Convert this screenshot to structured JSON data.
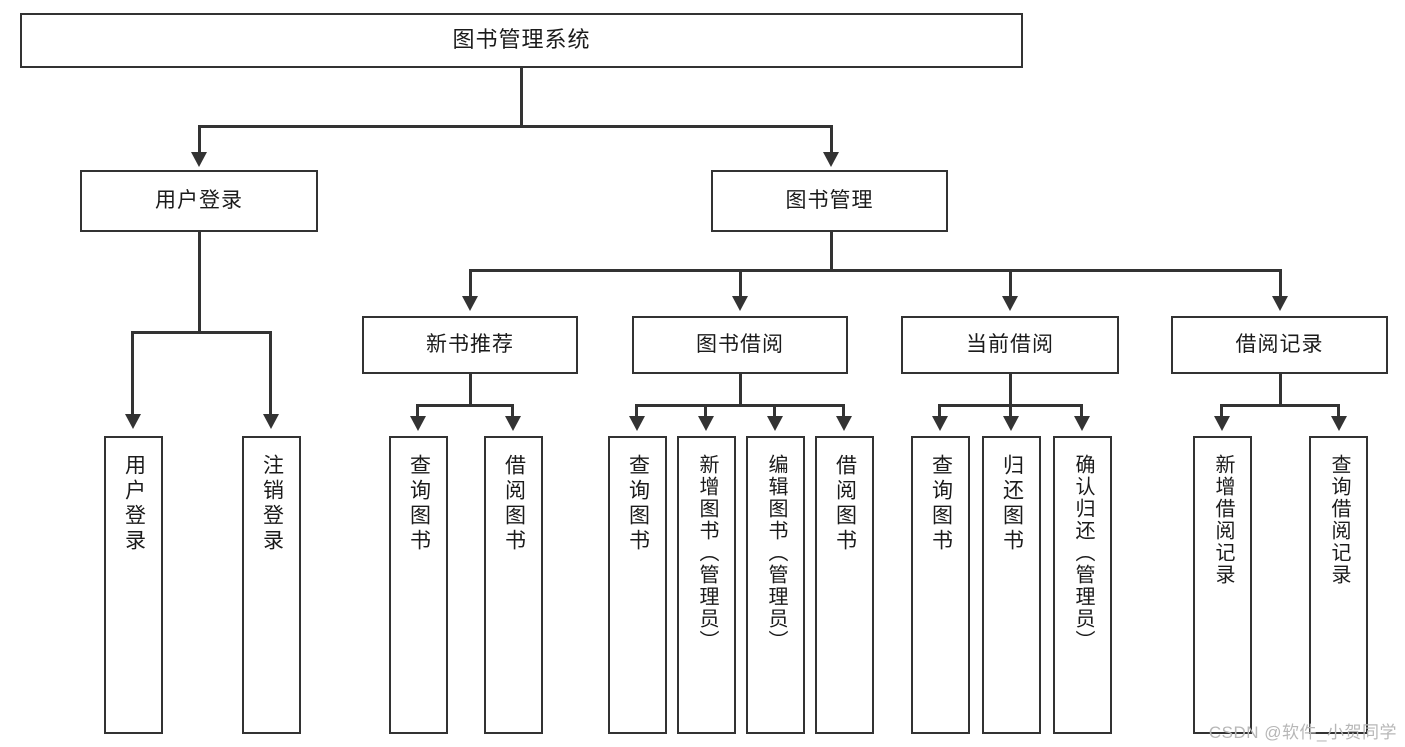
{
  "diagram": {
    "type": "tree-hierarchy",
    "title": "图书管理系统",
    "root": {
      "id": "root",
      "label": "图书管理系统"
    },
    "level2": [
      {
        "id": "user-login",
        "label": "用户登录"
      },
      {
        "id": "book-manage",
        "label": "图书管理"
      }
    ],
    "level3": [
      {
        "id": "new-book-rec",
        "label": "新书推荐",
        "parent": "book-manage"
      },
      {
        "id": "book-borrow",
        "label": "图书借阅",
        "parent": "book-manage"
      },
      {
        "id": "current-borrow",
        "label": "当前借阅",
        "parent": "book-manage"
      },
      {
        "id": "borrow-record",
        "label": "借阅记录",
        "parent": "book-manage"
      }
    ],
    "leaves": [
      {
        "id": "leaf-user-login",
        "label": "用户登录",
        "parent": "user-login"
      },
      {
        "id": "leaf-user-logout",
        "label": "注销登录",
        "parent": "user-login"
      },
      {
        "id": "leaf-query-book-1",
        "label": "查询图书",
        "parent": "new-book-rec"
      },
      {
        "id": "leaf-borrow-book-1",
        "label": "借阅图书",
        "parent": "new-book-rec"
      },
      {
        "id": "leaf-query-book-2",
        "label": "查询图书",
        "parent": "book-borrow"
      },
      {
        "id": "leaf-add-book",
        "label": "新增图书（管理员）",
        "parent": "book-borrow"
      },
      {
        "id": "leaf-edit-book",
        "label": "编辑图书（管理员）",
        "parent": "book-borrow"
      },
      {
        "id": "leaf-borrow-book-2",
        "label": "借阅图书",
        "parent": "book-borrow"
      },
      {
        "id": "leaf-query-book-3",
        "label": "查询图书",
        "parent": "current-borrow"
      },
      {
        "id": "leaf-return-book",
        "label": "归还图书",
        "parent": "current-borrow"
      },
      {
        "id": "leaf-confirm-return",
        "label": "确认归还（管理员）",
        "parent": "current-borrow"
      },
      {
        "id": "leaf-add-record",
        "label": "新增借阅记录",
        "parent": "borrow-record"
      },
      {
        "id": "leaf-query-record",
        "label": "查询借阅记录",
        "parent": "borrow-record"
      }
    ]
  },
  "watermark": {
    "text": "CSDN @软件_小贺同学"
  },
  "colors": {
    "stroke": "#333333",
    "fill": "#ffffff",
    "text": "#1b1b1b",
    "watermark": "#b7b7b7"
  }
}
